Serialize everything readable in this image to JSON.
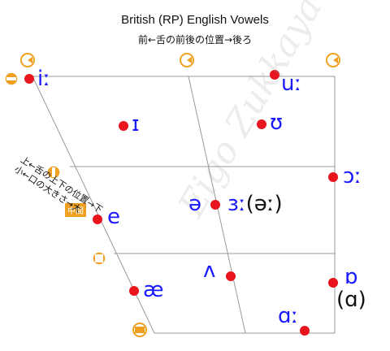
{
  "title": "British (RP) English Vowels",
  "subtitle": "前←舌の前後の位置→後ろ",
  "side_label": {
    "line1": "上←舌の上下の位置→下",
    "line2": "小←口の大きさ→大"
  },
  "badge_central": "中間",
  "watermark": "Eigo Zukkaya",
  "vowels": [
    {
      "symbol": "iː"
    },
    {
      "symbol": "ɪ"
    },
    {
      "symbol": "uː"
    },
    {
      "symbol": "ʊ"
    },
    {
      "symbol": "ɔː"
    },
    {
      "symbol": "ə"
    },
    {
      "symbol": "ɜː",
      "variant": "(əː)"
    },
    {
      "symbol": "e"
    },
    {
      "symbol": "ʌ"
    },
    {
      "symbol": "æ"
    },
    {
      "symbol": "ɒ",
      "variant": "(ɑ)"
    },
    {
      "symbol": "ɑː"
    }
  ],
  "colors": {
    "vowel_text": "#1a1aff",
    "point": "#e8141e",
    "marker": "#f0a020",
    "grid": "#999999"
  }
}
